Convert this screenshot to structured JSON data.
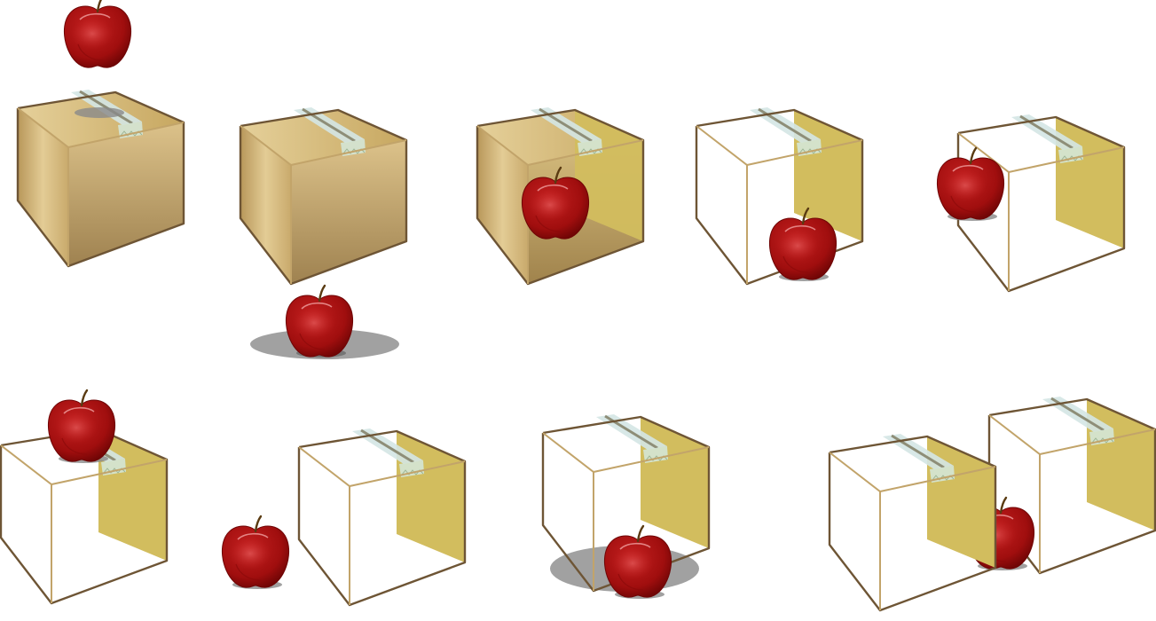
{
  "colors": {
    "cardboard_light": "#e2c98e",
    "cardboard_mid": "#c8a96a",
    "cardboard_dark": "#9f8250",
    "cardboard_edge": "#6e5535",
    "interior_back": "#d2bd5e",
    "open_face": "#ffffff",
    "tape": "#cfe3e3",
    "tape_stripe": "#8c8c76",
    "apple_red": "#b01515",
    "apple_dark": "#7d0808",
    "apple_highlight": "#e06b6b",
    "apple_stem": "#5a3b12",
    "shadow": "#8a8a8a"
  },
  "panels": [
    {
      "id": "apple-above-closed-box",
      "box": "closed",
      "apple": "above",
      "shadow": "small-top"
    },
    {
      "id": "apple-below-closed-box",
      "box": "closed",
      "apple": "below",
      "shadow": "large-ground"
    },
    {
      "id": "apple-inside-box-partial",
      "box": "half-open",
      "apple": "inside",
      "shadow": "none"
    },
    {
      "id": "apple-inside-open-box",
      "box": "open",
      "apple": "inside-bottom",
      "shadow": "small"
    },
    {
      "id": "apple-in-front-of-box",
      "box": "open",
      "apple": "front-left",
      "shadow": "small"
    },
    {
      "id": "apple-on-top-of-box",
      "box": "open",
      "apple": "on-top",
      "shadow": "small"
    },
    {
      "id": "apple-beside-box",
      "box": "open",
      "apple": "beside-left",
      "shadow": "small"
    },
    {
      "id": "apple-under-box",
      "box": "open",
      "apple": "under",
      "shadow": "large-ground"
    },
    {
      "id": "apple-between-boxes",
      "box": "two-open",
      "apple": "between",
      "shadow": "small"
    }
  ]
}
